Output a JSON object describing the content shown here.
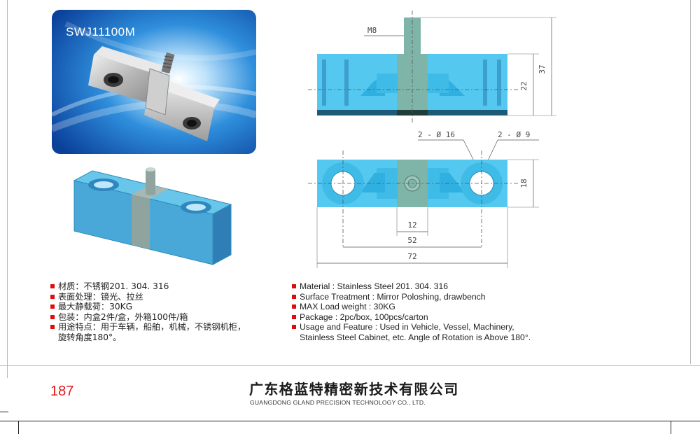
{
  "product": {
    "model": "SWJ11100M"
  },
  "drawing": {
    "thread_label": "M8",
    "dim_height_total": "37",
    "dim_height_body": "22",
    "hole_large_label": "2 - Ø 16",
    "hole_small_label": "2 - Ø 9",
    "dim_width": "18",
    "dim_center": "12",
    "dim_hole_pitch": "52",
    "dim_length": "72"
  },
  "specs_cn": [
    {
      "text": "材质：不锈钢201. 304. 316"
    },
    {
      "text": "表面处理：镜光、拉丝"
    },
    {
      "text": "最大静载荷：30KG"
    },
    {
      "text": "包装：内盒2件/盒，外箱100件/箱"
    },
    {
      "text": "用途特点：用于车辆，船舶，机械，不锈钢机柜，",
      "cont": "旋转角度180°。"
    }
  ],
  "specs_en": [
    {
      "text": "Material : Stainless Steel 201. 304. 316"
    },
    {
      "text": "Surface Treatment : Mirror Poloshing, drawbench"
    },
    {
      "text": "MAX Load weight : 30KG"
    },
    {
      "text": "Package : 2pc/box, 100pcs/carton"
    },
    {
      "text": "Usage and Feature : Used in Vehicle, Vessel, Machinery,",
      "cont": "Stainless Steel Cabinet, etc. Angle of Rotation is Above 180°."
    }
  ],
  "footer": {
    "page_number": "187",
    "company_cn": "广东格蓝特精密新技术有限公司",
    "company_en": "GUANGDONG GLAND PRECISION TECHNOLOGY CO., LTD."
  },
  "colors": {
    "bullet": "#e00c0c",
    "page_number": "#e01818",
    "drawing_fill": "#55c8f0",
    "drawing_shaft": "#7fb5a8"
  }
}
